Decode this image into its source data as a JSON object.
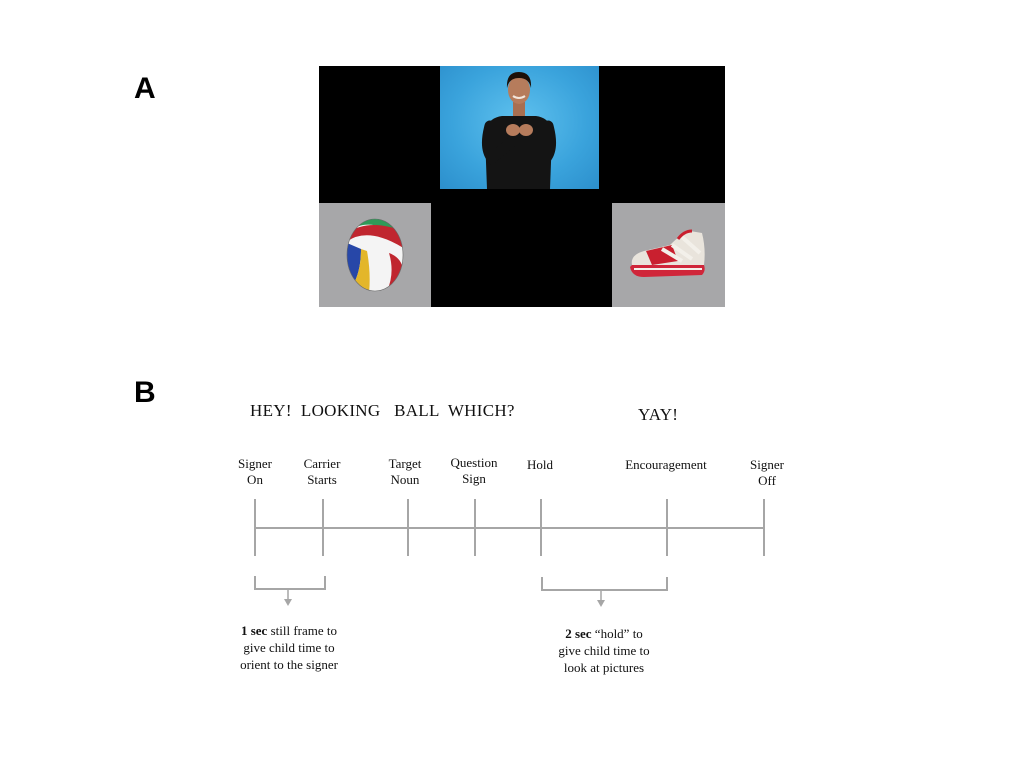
{
  "panels": {
    "a_label": "A",
    "b_label": "B"
  },
  "stimulus": {
    "video_icon": "signer-video",
    "left_picture_icon": "beach-ball-icon",
    "right_picture_icon": "sneaker-icon",
    "colors": {
      "frame": "#000000",
      "video_bg": "#3aa3dc",
      "picture_bg": "#a7a7a9"
    }
  },
  "carrier_phrase": {
    "main": "HEY!  LOOKING   BALL  WHICH?",
    "encouragement": "YAY!"
  },
  "timeline": {
    "events": [
      {
        "line1": "Signer",
        "line2": "On"
      },
      {
        "line1": "Carrier",
        "line2": "Starts"
      },
      {
        "line1": "Target",
        "line2": "Noun"
      },
      {
        "line1": "Question",
        "line2": "Sign"
      },
      {
        "line1": "Hold",
        "line2": ""
      },
      {
        "line1": "Encouragement",
        "line2": ""
      },
      {
        "line1": "Signer",
        "line2": "Off"
      }
    ],
    "notes": [
      {
        "bold": "1 sec",
        "rest": " still frame to",
        "line2": "give child time to",
        "line3": "orient to the signer"
      },
      {
        "bold": "2 sec",
        "rest": " “hold” to",
        "line2": "give child time to",
        "line3": "look at pictures"
      }
    ],
    "line_color": "#a6a6a6"
  }
}
